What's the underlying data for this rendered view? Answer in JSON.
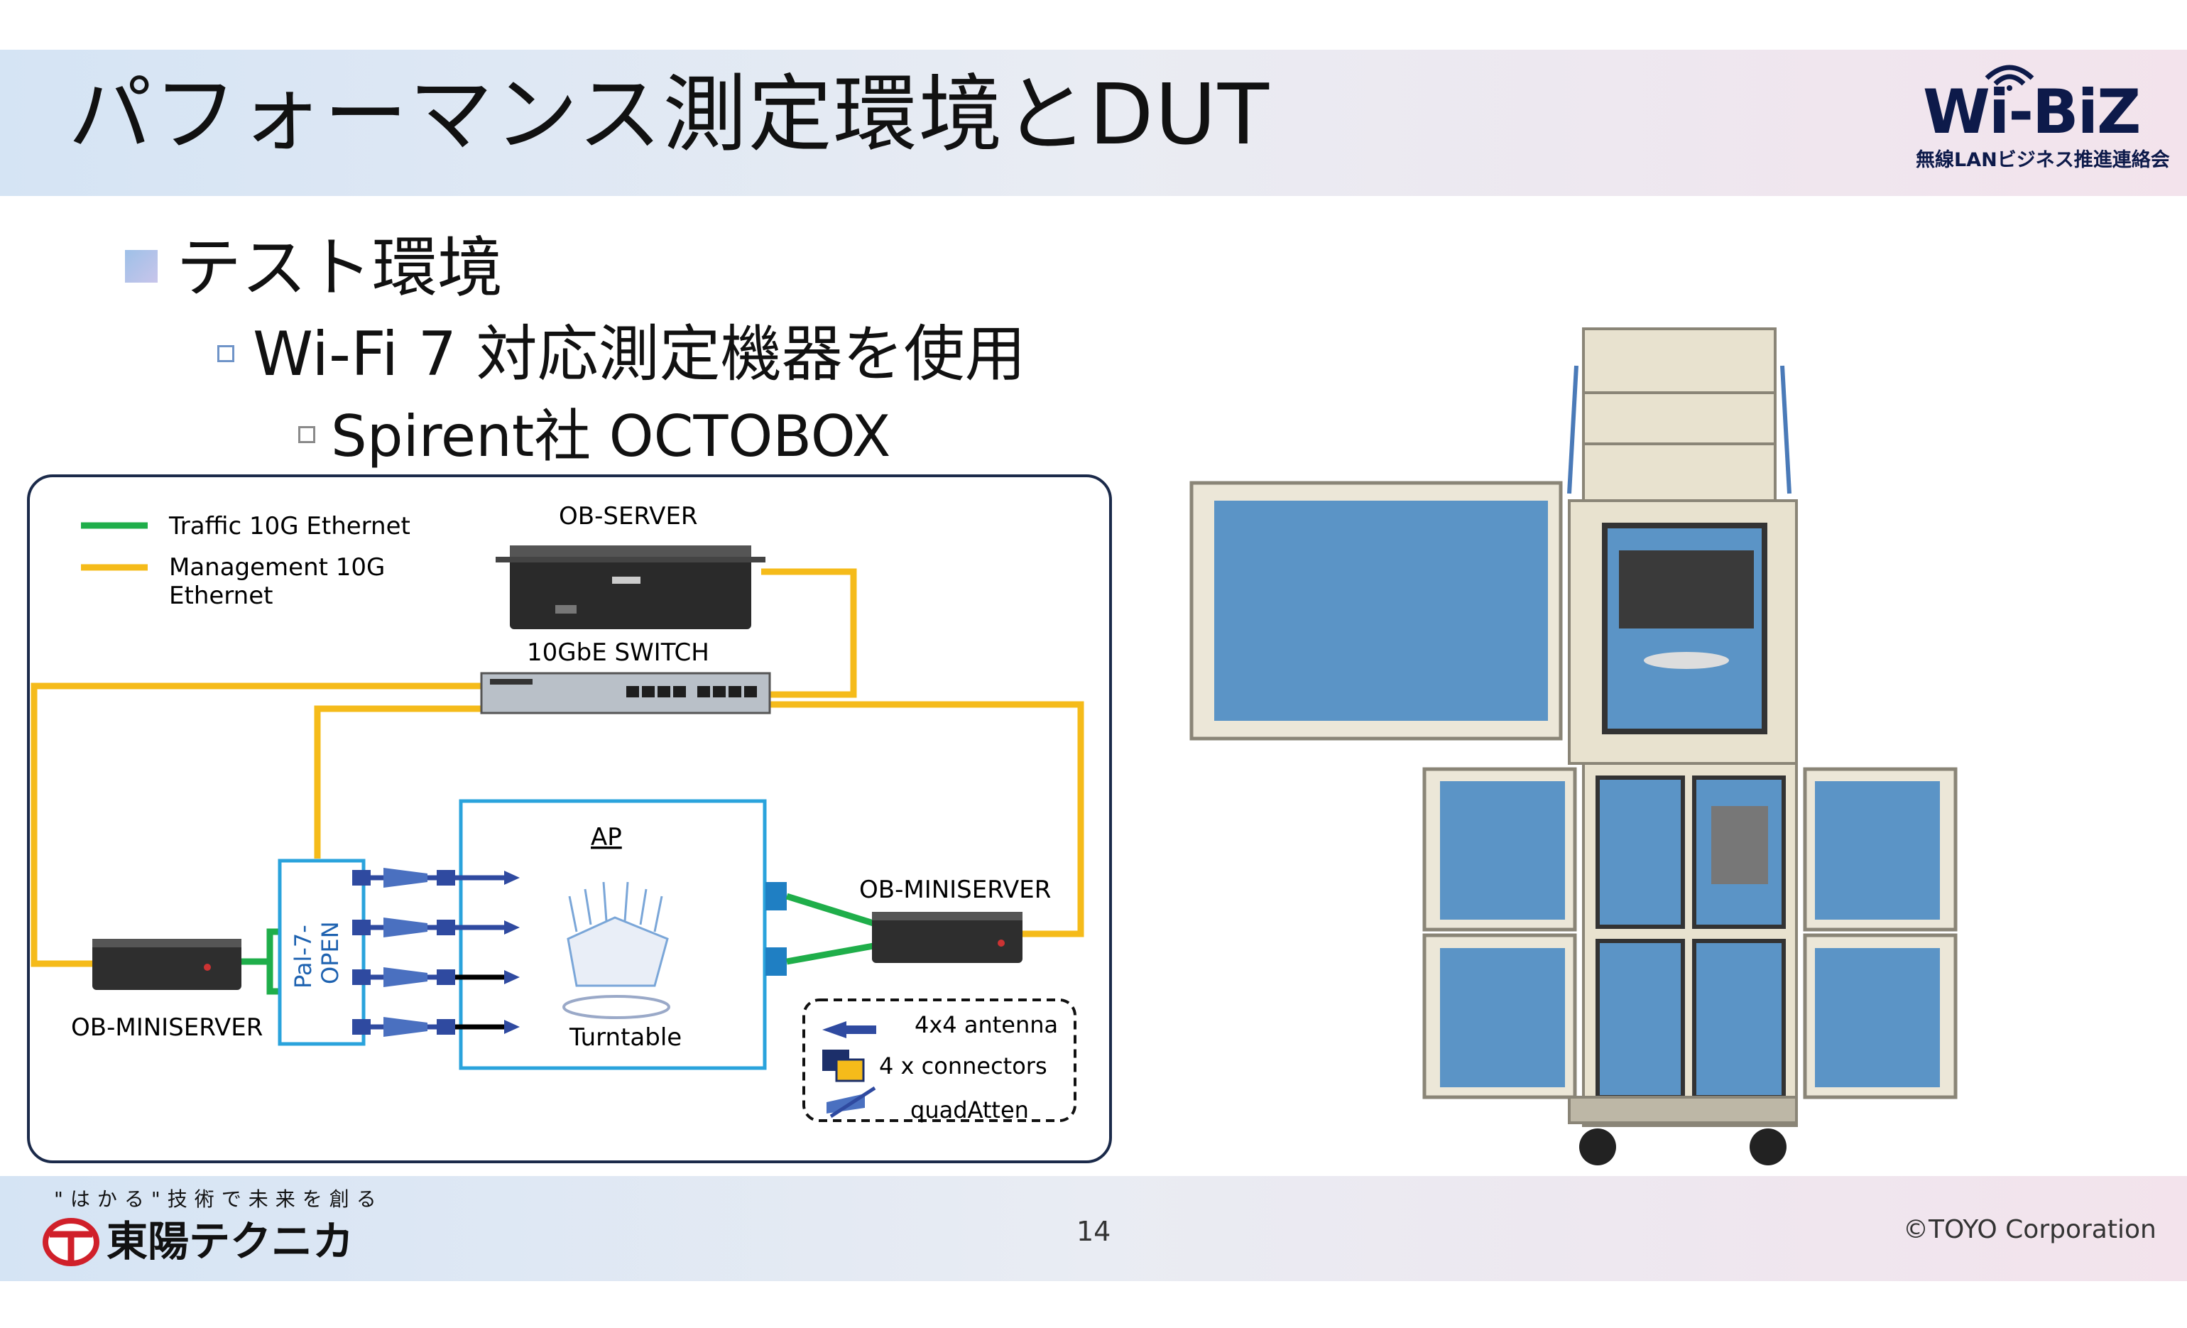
{
  "header": {
    "title": "パフォーマンス測定環境とDUT",
    "logo_text": "Wi-BiZ",
    "logo_subtitle": "無線LANビジネス推進連絡会"
  },
  "bullets": {
    "level1": "テスト環境",
    "level2": "Wi-Fi 7 対応測定機器を使用",
    "level3": "Spirent社 OCTOBOX"
  },
  "diagram": {
    "legend": {
      "traffic": "Traffic 10G Ethernet",
      "management_line1": "Management 10G",
      "management_line2": "Ethernet"
    },
    "server_label": "OB-SERVER",
    "switch_label": "10GbE SWITCH",
    "left_miniserver_label": "OB-MINISERVER",
    "right_miniserver_label": "OB-MINISERVER",
    "pal_label": "Pal-7-OPEN",
    "pal_line1": "Pal-7-",
    "pal_line2": "OPEN",
    "ap_label": "AP",
    "turntable_label": "Turntable",
    "key": {
      "antenna": "4x4 antenna",
      "connectors": "4 x connectors",
      "atten": "quadAtten"
    },
    "colors": {
      "traffic": "#1fae4a",
      "management": "#f5bb1a",
      "chamber": "#2aa3dc",
      "antenna": "#2f4aa0"
    }
  },
  "footer": {
    "slogan": "\"はかる\"技術で未来を創る",
    "company": "東陽テクニカ",
    "page_number": "14",
    "copyright": "©TOYO Corporation"
  }
}
